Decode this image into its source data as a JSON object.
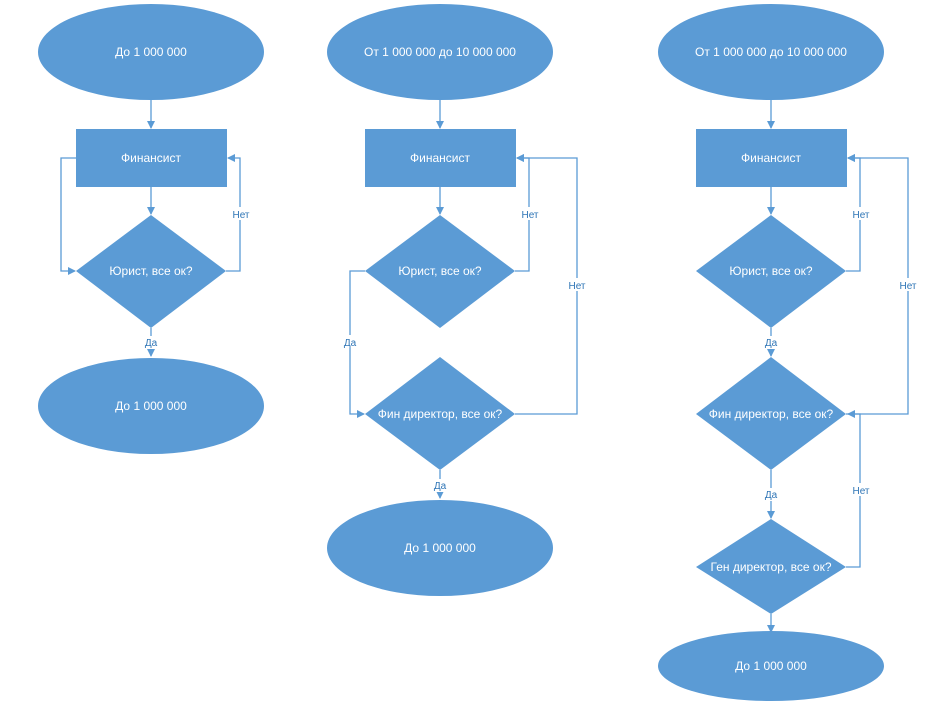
{
  "diagrams": [
    {
      "start": "До 1 000 000",
      "process": "Финансист",
      "decision_lawyer": "Юрист, все ок?",
      "end": "До 1 000 000",
      "yes_label": "Да",
      "no_label": "Нет"
    },
    {
      "start": "От 1 000 000 до 10 000 000",
      "process": "Финансист",
      "decision_lawyer": "Юрист, все ок?",
      "decision_cfo": "Фин директор, все ок?",
      "end": "До 1 000 000",
      "yes_label": "Да",
      "no_label_1": "Нет",
      "no_label_2": "Нет"
    },
    {
      "start": "От 1 000 000 до 10 000 000",
      "process": "Финансист",
      "decision_lawyer": "Юрист, все ок?",
      "decision_cfo": "Фин директор, все ок?",
      "decision_ceo": "Ген директор, все ок?",
      "end": "До 1 000 000",
      "yes_label_1": "Да",
      "yes_label_2": "Да",
      "no_label_1": "Нет",
      "no_label_2": "Нет",
      "no_label_3": "Нет"
    }
  ],
  "colors": {
    "shape_fill": "#5b9bd5",
    "connector": "#5b9bd5",
    "node_text": "#ffffff",
    "edge_label": "#2e75b6"
  }
}
